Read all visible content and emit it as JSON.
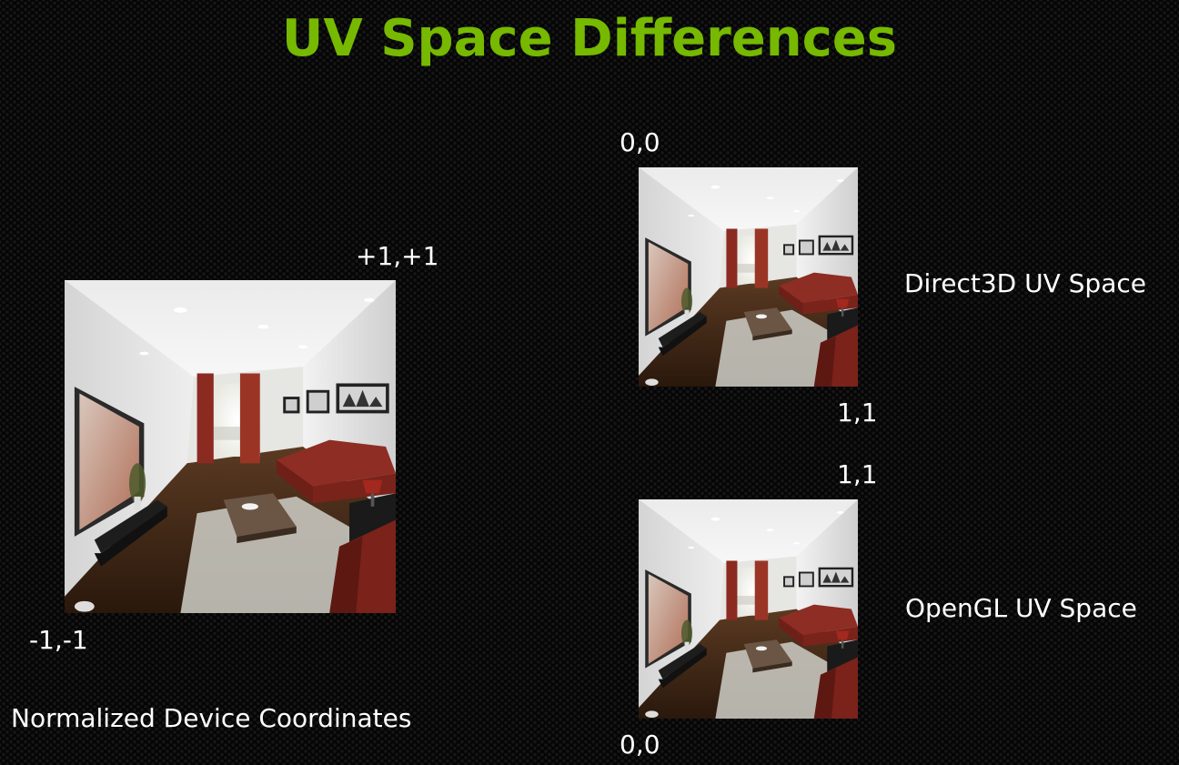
{
  "slide": {
    "title": "UV Space Differences"
  },
  "ndc": {
    "caption": "Normalized Device Coordinates",
    "top_right_label": "+1,+1",
    "bottom_left_label": "-1,-1",
    "image_icon": "living-room-render-icon"
  },
  "direct3d": {
    "caption": "Direct3D UV Space",
    "top_left_label": "0,0",
    "bottom_right_label": "1,1",
    "image_icon": "living-room-render-icon"
  },
  "opengl": {
    "caption": "OpenGL UV Space",
    "top_right_label": "1,1",
    "bottom_left_label": "0,0",
    "image_icon": "living-room-render-icon"
  },
  "colors": {
    "title": "#76b900",
    "background": "#050505",
    "text": "#ffffff"
  }
}
